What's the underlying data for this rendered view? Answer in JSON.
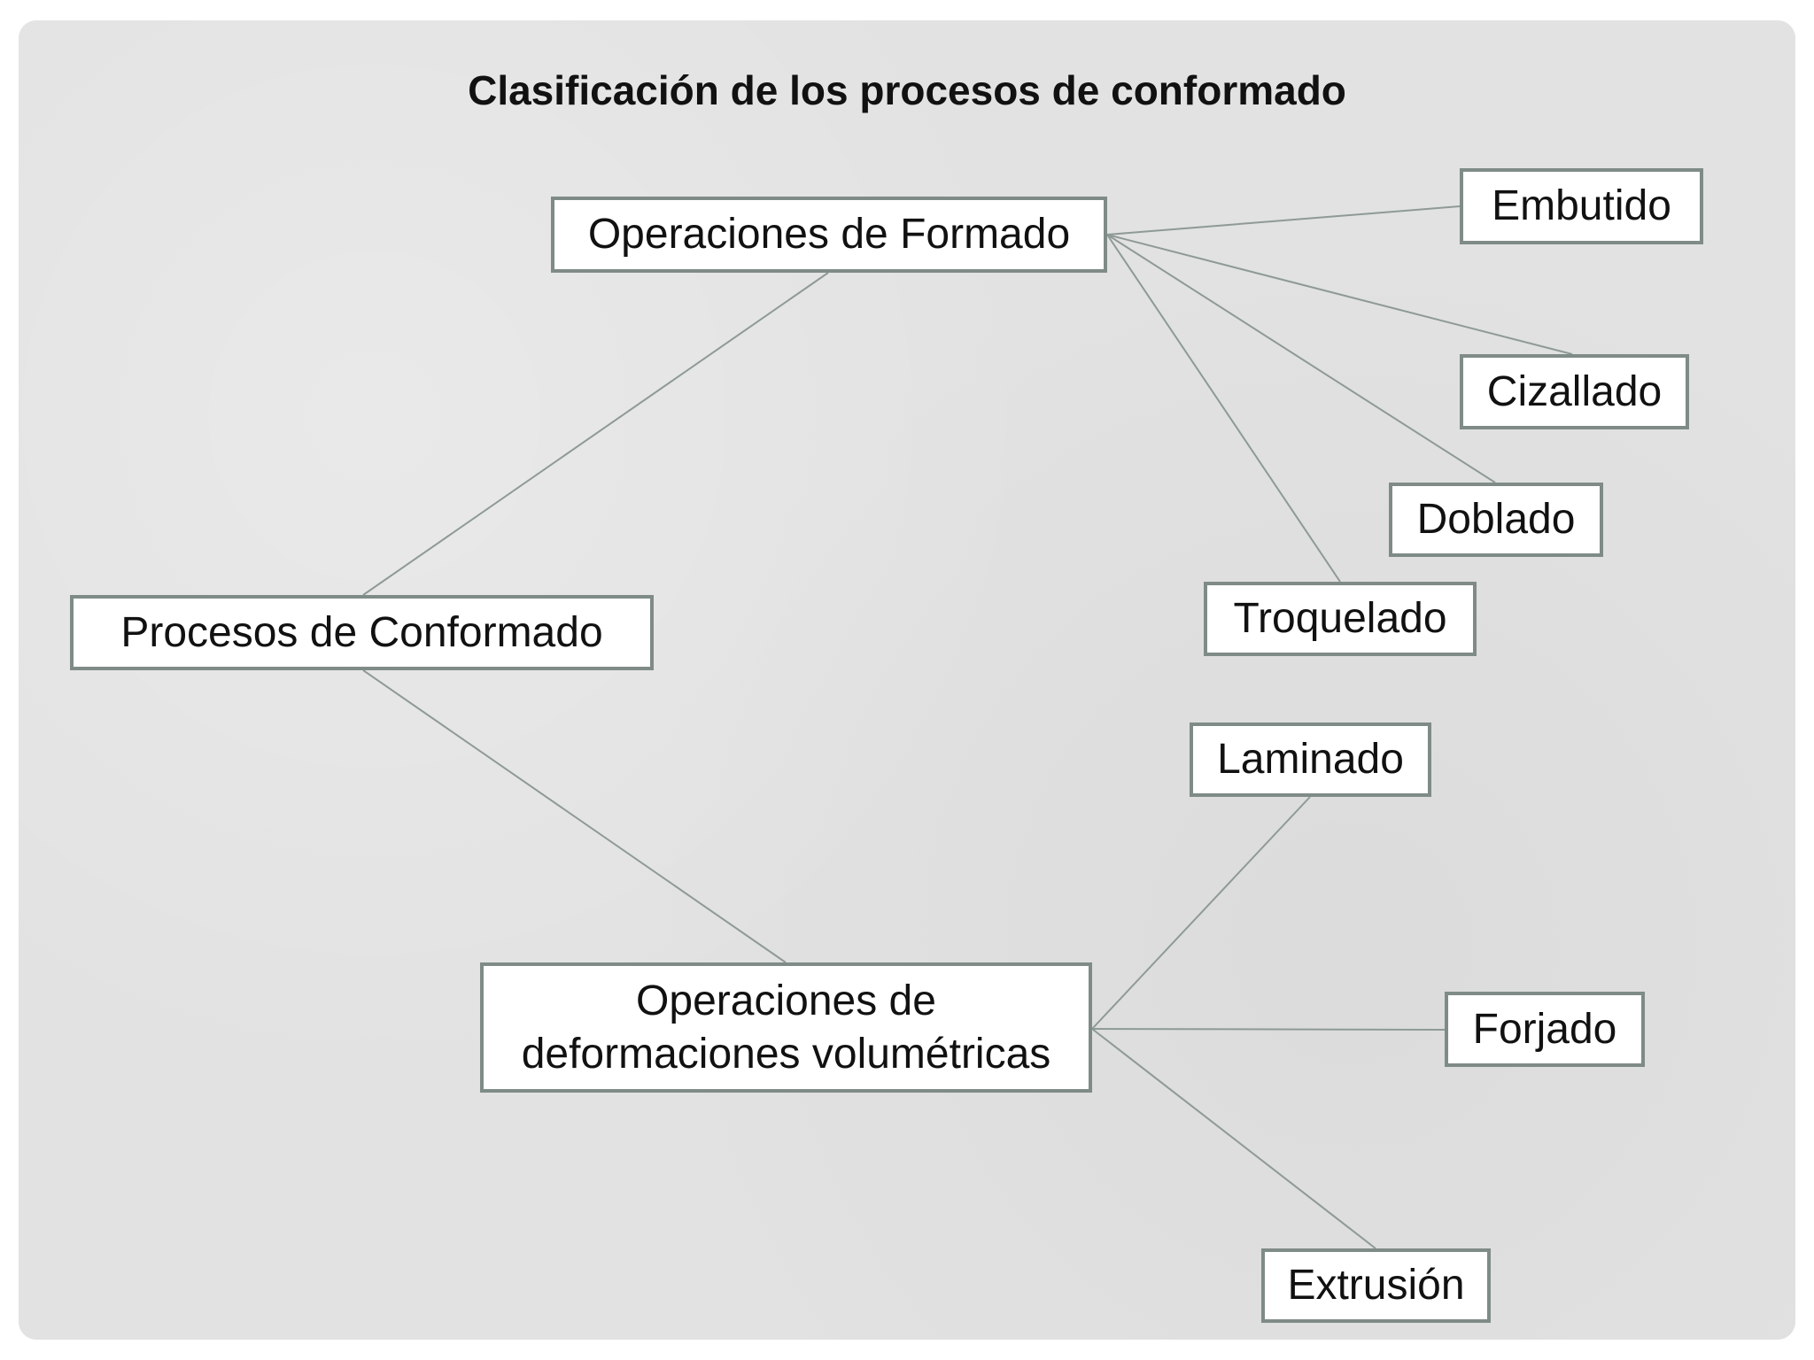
{
  "title": "Clasificación de los procesos de conformado",
  "nodes": {
    "root": "Procesos de Conformado",
    "formado": "Operaciones de Formado",
    "volumetricas": "Operaciones de\ndeformaciones volumétricas",
    "embutido": "Embutido",
    "cizallado": "Cizallado",
    "doblado": "Doblado",
    "troquelado": "Troquelado",
    "laminado": "Laminado",
    "forjado": "Forjado",
    "extrusion": "Extrusión"
  },
  "edges": [
    [
      "root",
      "formado"
    ],
    [
      "root",
      "volumetricas"
    ],
    [
      "formado",
      "embutido"
    ],
    [
      "formado",
      "cizallado"
    ],
    [
      "formado",
      "doblado"
    ],
    [
      "formado",
      "troquelado"
    ],
    [
      "volumetricas",
      "laminado"
    ],
    [
      "volumetricas",
      "forjado"
    ],
    [
      "volumetricas",
      "extrusion"
    ]
  ],
  "colors": {
    "background": "#e2e2e2",
    "box_border": "#7f8b87",
    "connector": "#8e9a96"
  }
}
